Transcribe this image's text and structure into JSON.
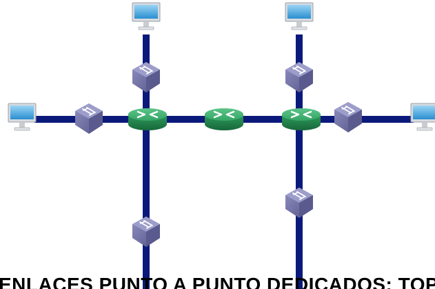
{
  "caption": "ENLACES PUNTO A PUNTO DEDICADOS: TOPOLOGÍA",
  "colors": {
    "link": "#0b1a7a",
    "router": "#2e9e5e",
    "router_dark": "#1f7a45",
    "switch": "#6f6fa0",
    "switch_dark": "#4e4e7e",
    "monitor_screen": "#3ba0dc"
  },
  "nodes": [
    {
      "id": "pc-top-left",
      "kind": "computer",
      "icon": "computer-icon"
    },
    {
      "id": "pc-top-right",
      "kind": "computer",
      "icon": "computer-icon"
    },
    {
      "id": "pc-left",
      "kind": "computer",
      "icon": "computer-icon"
    },
    {
      "id": "pc-right",
      "kind": "computer",
      "icon": "computer-icon"
    },
    {
      "id": "switch-top-left",
      "kind": "switch",
      "icon": "switch-icon"
    },
    {
      "id": "switch-top-right",
      "kind": "switch",
      "icon": "switch-icon"
    },
    {
      "id": "switch-left",
      "kind": "switch",
      "icon": "switch-icon"
    },
    {
      "id": "switch-right",
      "kind": "switch",
      "icon": "switch-icon"
    },
    {
      "id": "switch-bottom-left",
      "kind": "switch",
      "icon": "switch-icon"
    },
    {
      "id": "switch-bottom-right",
      "kind": "switch",
      "icon": "switch-icon"
    },
    {
      "id": "router-left",
      "kind": "router",
      "icon": "router-icon"
    },
    {
      "id": "router-center",
      "kind": "router",
      "icon": "router-icon"
    },
    {
      "id": "router-right",
      "kind": "router",
      "icon": "router-icon"
    }
  ],
  "links": [
    [
      "pc-left",
      "switch-left"
    ],
    [
      "switch-left",
      "router-left"
    ],
    [
      "router-left",
      "router-center"
    ],
    [
      "router-center",
      "router-right"
    ],
    [
      "router-right",
      "switch-right"
    ],
    [
      "switch-right",
      "pc-right"
    ],
    [
      "pc-top-left",
      "switch-top-left"
    ],
    [
      "switch-top-left",
      "router-left"
    ],
    [
      "router-left",
      "switch-bottom-left"
    ],
    [
      "pc-top-right",
      "switch-top-right"
    ],
    [
      "switch-top-right",
      "router-right"
    ],
    [
      "router-right",
      "switch-bottom-right"
    ]
  ]
}
